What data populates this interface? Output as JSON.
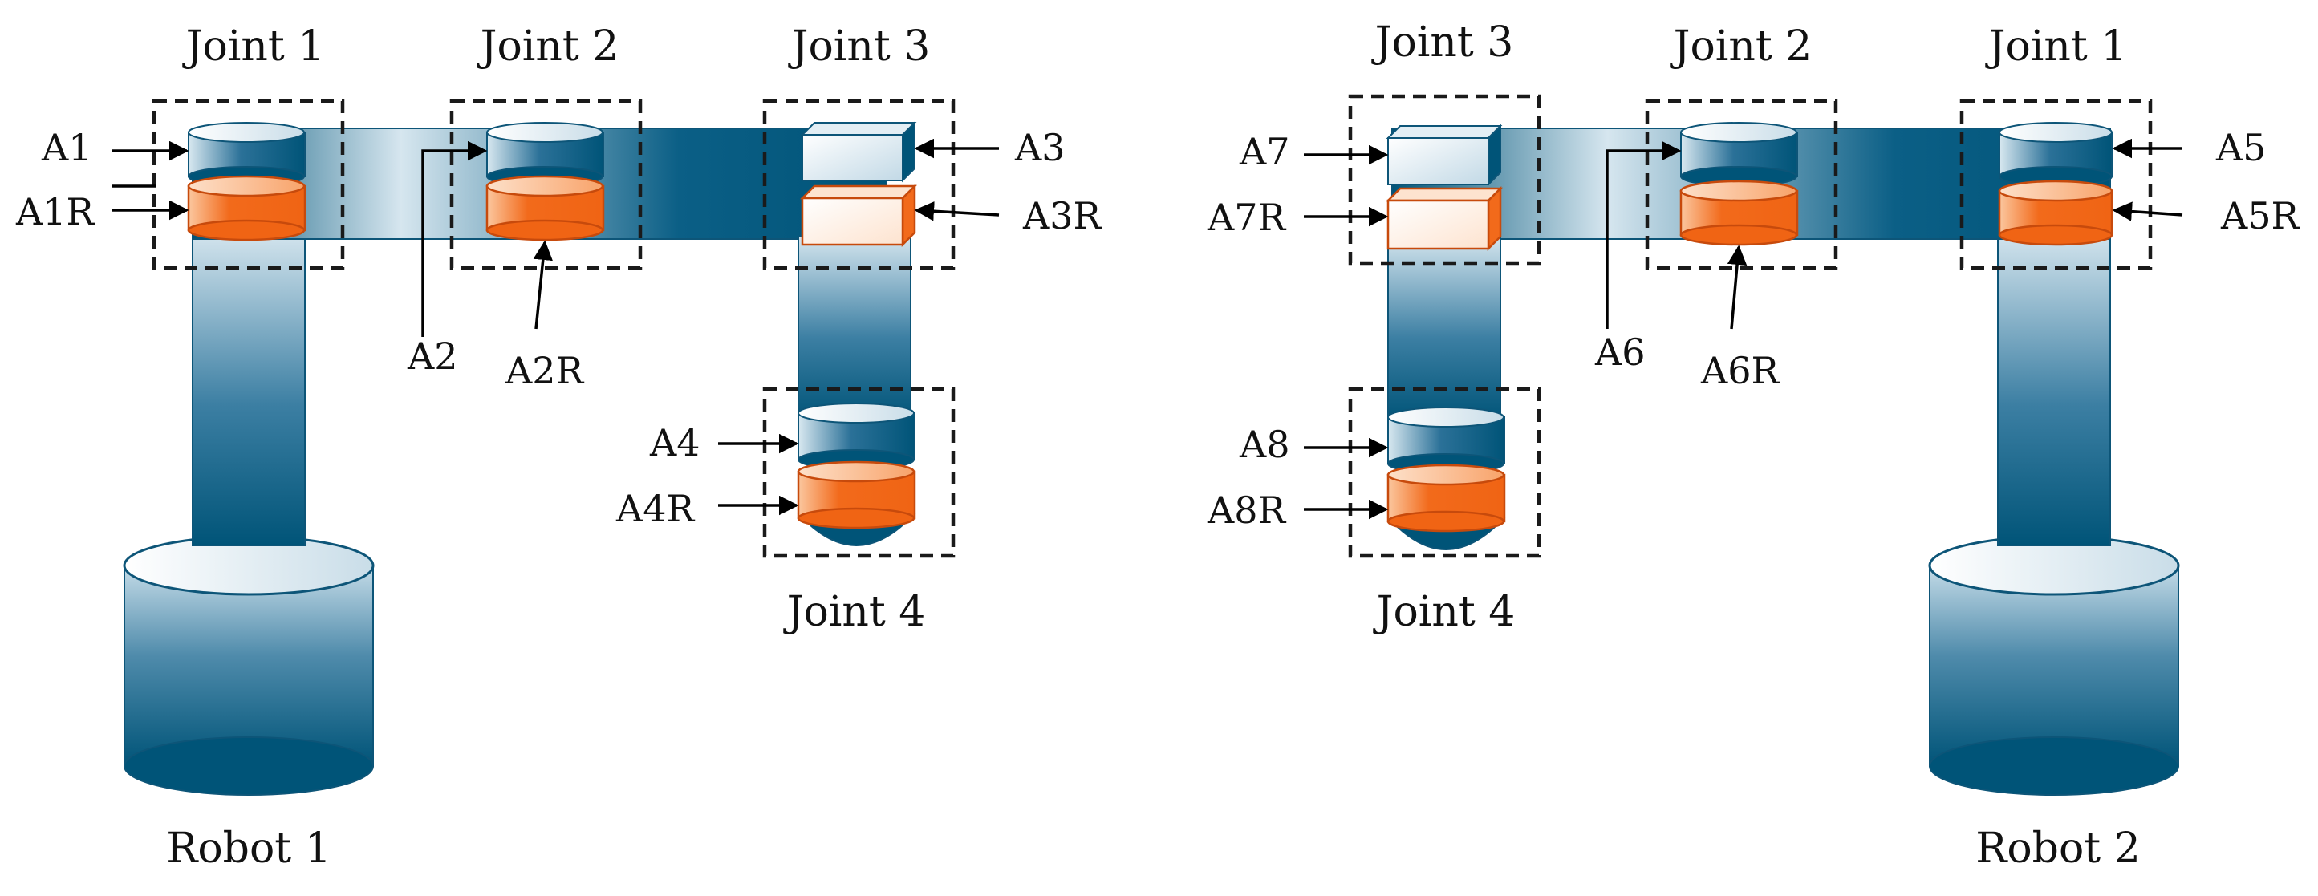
{
  "colors": {
    "dark_blue": "#005478",
    "light_blue": "#cfe2ec",
    "orange": "#f26a1b",
    "orange_light": "#fbc79f"
  },
  "robot1": {
    "label": "Robot 1",
    "joints": {
      "j1": "Joint 1",
      "j2": "Joint 2",
      "j3": "Joint 3",
      "j4": "Joint 4"
    },
    "sensors": {
      "a1": "A1",
      "a1r": "A1R",
      "a2": "A2",
      "a2r": "A2R",
      "a3": "A3",
      "a3r": "A3R",
      "a4": "A4",
      "a4r": "A4R"
    }
  },
  "robot2": {
    "label": "Robot 2",
    "joints": {
      "j1": "Joint 1",
      "j2": "Joint 2",
      "j3": "Joint 3",
      "j4": "Joint 4"
    },
    "sensors": {
      "a5": "A5",
      "a5r": "A5R",
      "a6": "A6",
      "a6r": "A6R",
      "a7": "A7",
      "a7r": "A7R",
      "a8": "A8",
      "a8r": "A8R"
    }
  }
}
